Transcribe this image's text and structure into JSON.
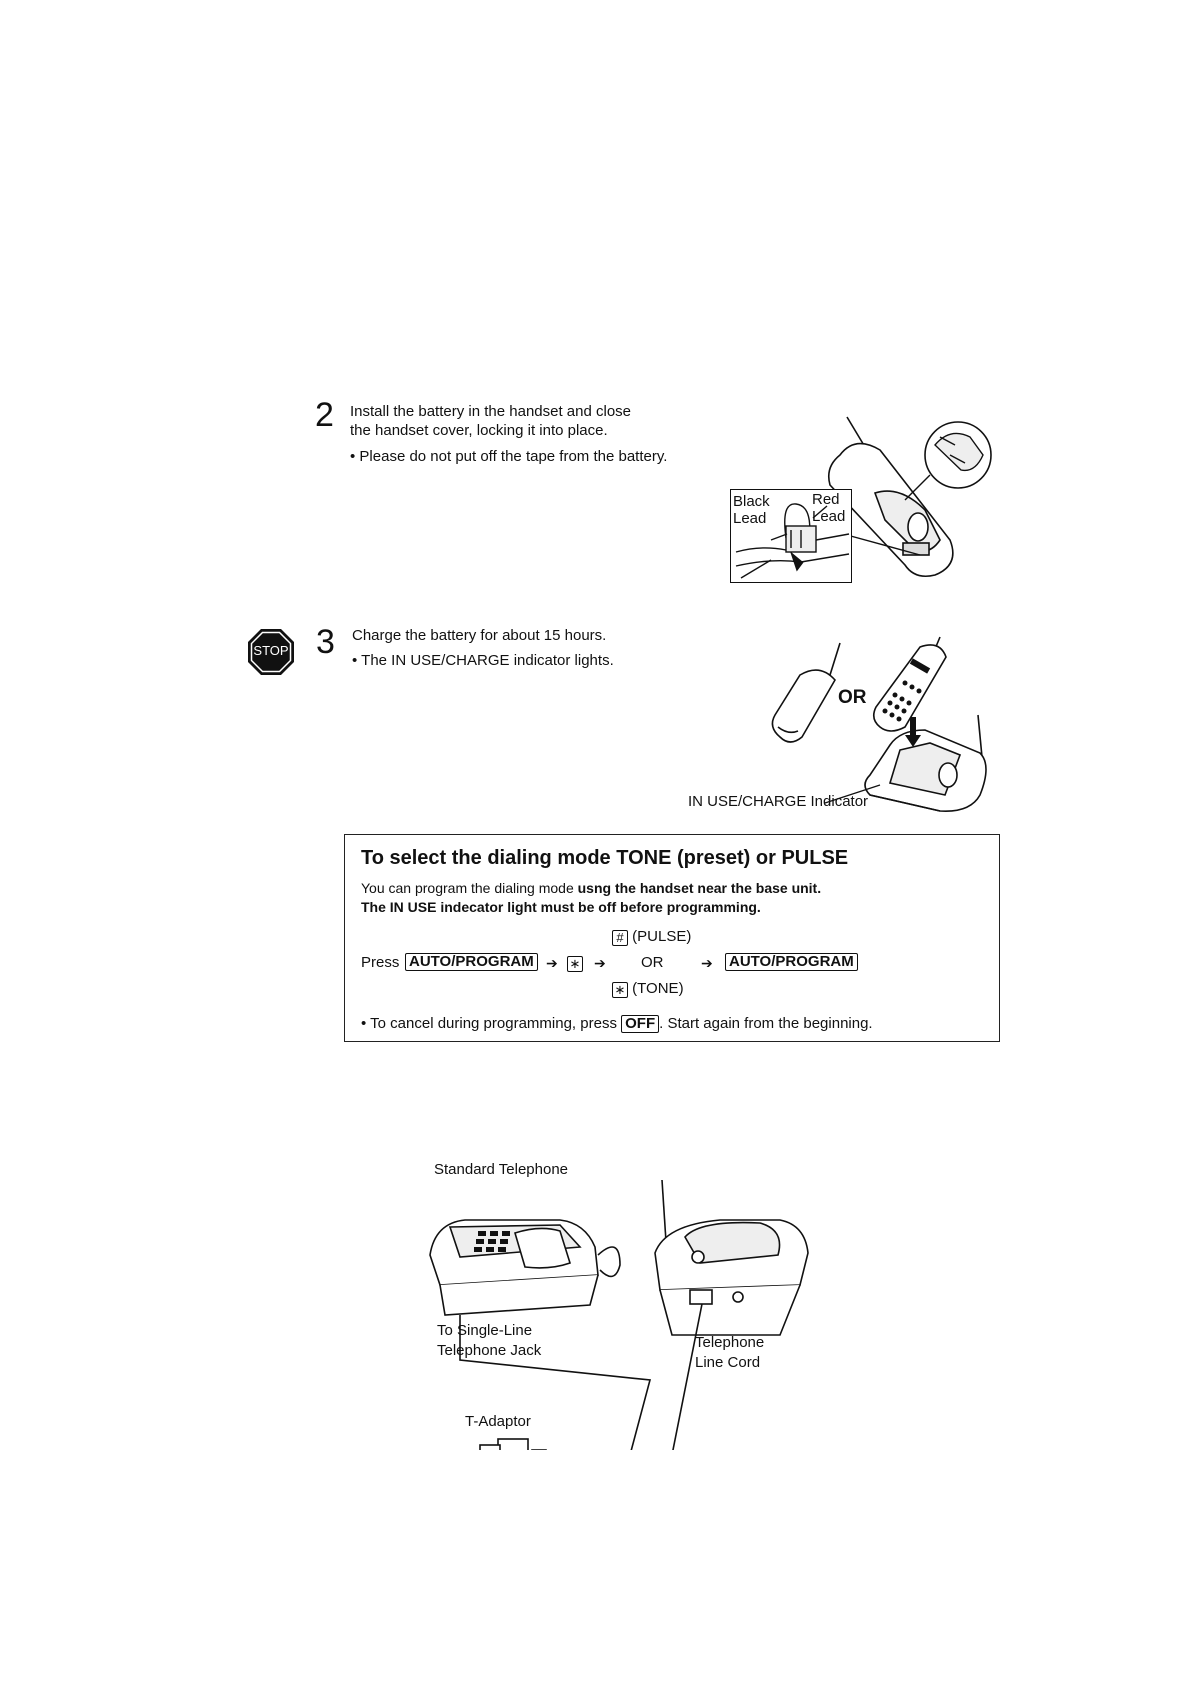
{
  "step2": {
    "number": "2",
    "line1": "Install the battery in the handset and close",
    "line2": "the handset cover, locking it into place.",
    "bullet": "Please do not put off the tape from the battery.",
    "black_lead": [
      "Black",
      "Lead"
    ],
    "red_lead": [
      "Red",
      "Lead"
    ]
  },
  "step3": {
    "stop_sign": "STOP",
    "number": "3",
    "line1": "Charge the battery for about 15 hours.",
    "bullet": "The IN USE/CHARGE indicator lights.",
    "or_label": "OR",
    "indicator_label": "IN USE/CHARGE Indicator"
  },
  "dialing_box": {
    "title": "To select the dialing mode TONE (preset) or PULSE",
    "line1_normal": "You can program the dialing mode ",
    "line1_bold": "usng the handset near the base unit.",
    "line2_bold": "The IN USE indecator light must be off before programming.",
    "press": "Press",
    "key_auto_program": "AUTO/PROGRAM",
    "key_star": "∗",
    "key_hash": "#",
    "pulse": "(PULSE)",
    "or": "OR",
    "tone": "(TONE)",
    "cancel_prefix": "To cancel during programming, press",
    "key_off": "OFF",
    "cancel_suffix": ". Start again from the beginning."
  },
  "connection_diagram": {
    "standard_telephone": "Standard Telephone",
    "single_line_jack": [
      "To Single-Line",
      "Telephone Jack"
    ],
    "line_cord": [
      "Telephone",
      "Line Cord"
    ],
    "t_adaptor": "T-Adaptor"
  }
}
